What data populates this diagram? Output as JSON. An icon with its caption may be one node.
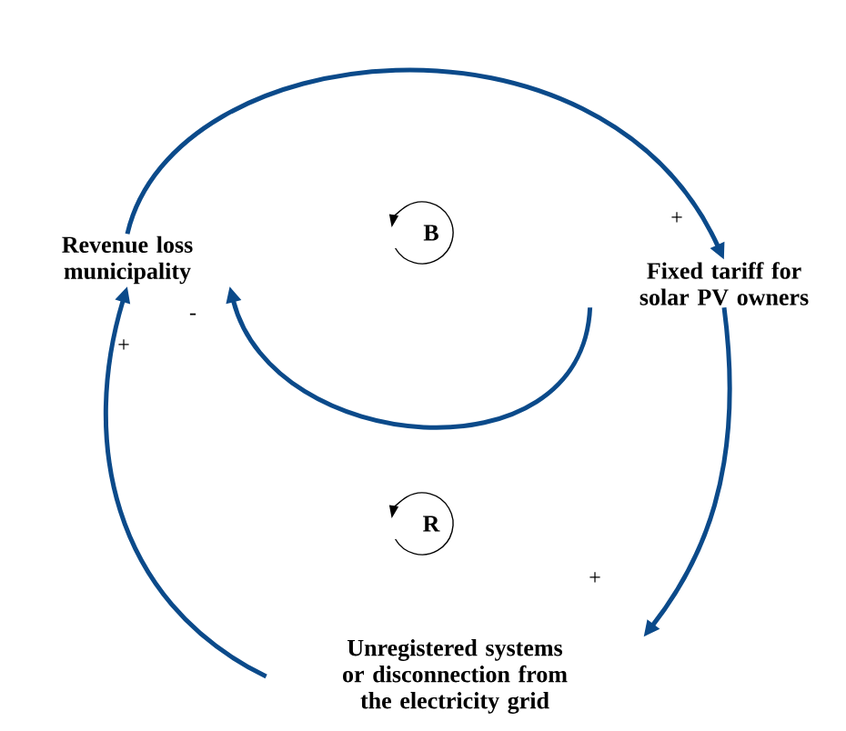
{
  "diagram": {
    "nodes": [
      {
        "text": [
          "Revenue loss municipality"
        ]
      },
      {
        "text": [
          "Fixed tariff for solar PV owners"
        ]
      },
      {
        "text": [
          "Unregistered systems or disconnection from the electricity grid"
        ]
      }
    ],
    "edges": [
      {
        "from": 0,
        "to": 1,
        "arrow": "to",
        "label": "+"
      },
      {
        "from": 1,
        "to": 0,
        "arrow": "to",
        "label": "-"
      },
      {
        "from": 1,
        "to": 2,
        "arrow": "to",
        "label": "+"
      },
      {
        "from": 2,
        "to": 0,
        "arrow": "to",
        "label": "+"
      }
    ],
    "labels": [
      "B",
      "R"
    ]
  }
}
